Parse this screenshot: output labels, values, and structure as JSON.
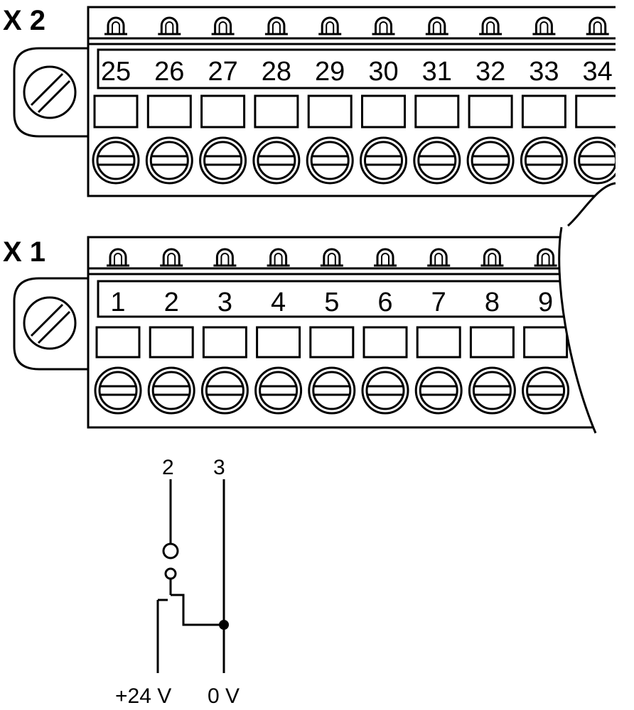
{
  "blocks": [
    {
      "label": "X 2",
      "terminals": [
        "25",
        "26",
        "27",
        "28",
        "29",
        "30",
        "31",
        "32",
        "33",
        "34"
      ]
    },
    {
      "label": "X 1",
      "terminals": [
        "1",
        "2",
        "3",
        "4",
        "5",
        "6",
        "7",
        "8",
        "9"
      ]
    }
  ],
  "wiring": {
    "terminal_a": "2",
    "terminal_b": "3",
    "supply_positive": "+24 V",
    "supply_zero": "0 V"
  }
}
